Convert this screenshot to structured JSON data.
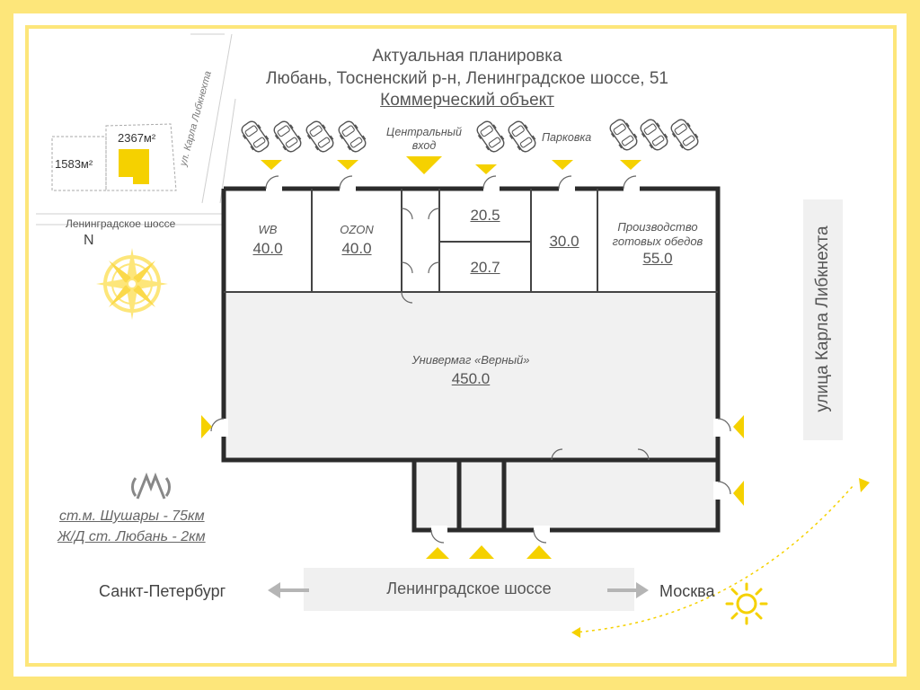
{
  "header": {
    "title": "Актуальная планировка",
    "address": "Любань, Тосненский р-н, Ленинградское шоссе, 51",
    "object_type": "Коммерческий объект"
  },
  "site_map": {
    "plot_large": "2367м²",
    "plot_small": "1583м²",
    "street_side": "ул. Карла Либкнехта",
    "street_bottom": "Ленинградское шоссе",
    "north": "N"
  },
  "parking": {
    "central_entrance_line1": "Центральный",
    "central_entrance_line2": "вход",
    "parking_label": "Парковка"
  },
  "rooms": {
    "wb": {
      "name": "WB",
      "area": "40.0"
    },
    "ozon": {
      "name": "OZON",
      "area": "40.0"
    },
    "r1": {
      "area": "20.5"
    },
    "r2": {
      "area": "20.7"
    },
    "r3": {
      "area": "30.0"
    },
    "production": {
      "name_line1": "Производство",
      "name_line2": "готовых обедов",
      "area": "55.0"
    },
    "store": {
      "name": "Универмаг «Верный»",
      "area": "450.0"
    }
  },
  "transport": {
    "metro": "ст.м. Шушары - 75км",
    "rail": "Ж/Д ст. Любань - 2км"
  },
  "road": {
    "name": "Ленинградское шоссе",
    "left_city": "Санкт-Петербург",
    "right_city": "Москва"
  },
  "side_street": "улица Карла Либкнехта",
  "colors": {
    "accent": "#fde67a",
    "marker": "#f5d100",
    "wall": "#2b2b2b",
    "floor": "#f1f1f1"
  }
}
